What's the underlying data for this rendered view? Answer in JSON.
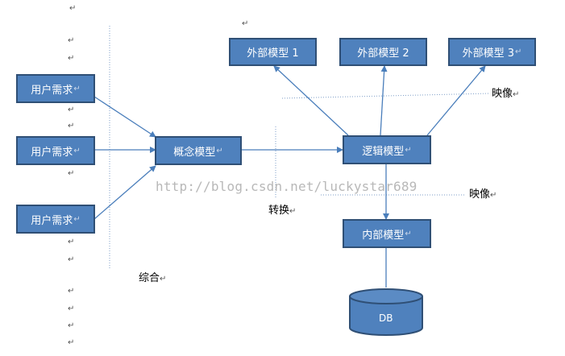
{
  "mark": "↵",
  "req_boxes": [
    {
      "label": "用户需求"
    },
    {
      "label": "用户需求"
    },
    {
      "label": "用户需求"
    }
  ],
  "concept": {
    "label": "概念模型"
  },
  "logic": {
    "label": "逻辑模型"
  },
  "internal": {
    "label": "内部模型"
  },
  "db": {
    "label": "DB"
  },
  "external": [
    {
      "label": "外部模型 1"
    },
    {
      "label": "外部模型 2"
    },
    {
      "label": "外部模型 3"
    }
  ],
  "labels": {
    "synthesis": "综合",
    "transform": "转换",
    "mapping_top": "映像",
    "mapping_mid": "映像"
  },
  "watermark": "http://blog.csdn.net/luckystar689",
  "colors": {
    "box_fill": "#4f81bd",
    "box_border": "#2f4f75",
    "arrow": "#4a7ebb"
  }
}
